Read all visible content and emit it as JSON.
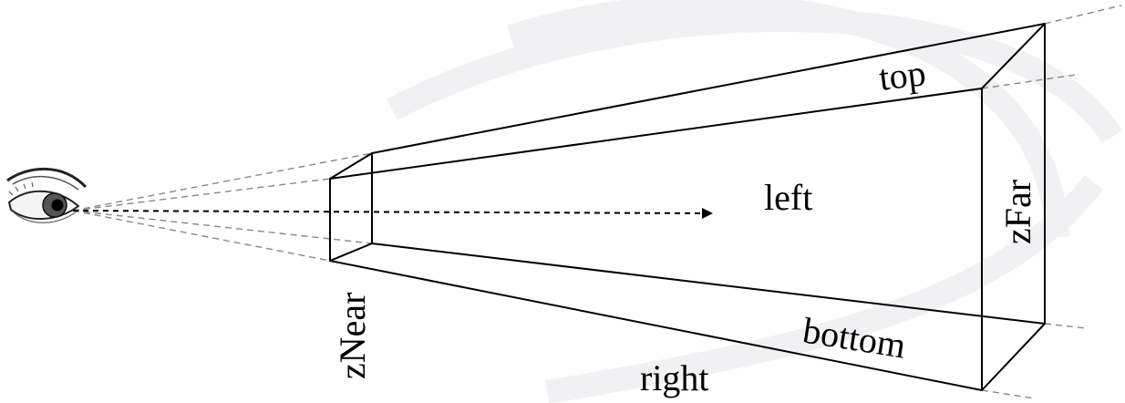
{
  "labels": {
    "top": "top",
    "left": "left",
    "z_far": "zFar",
    "z_near": "zNear",
    "bottom": "bottom",
    "right": "right"
  },
  "icons": {
    "viewer": "eye-icon"
  }
}
